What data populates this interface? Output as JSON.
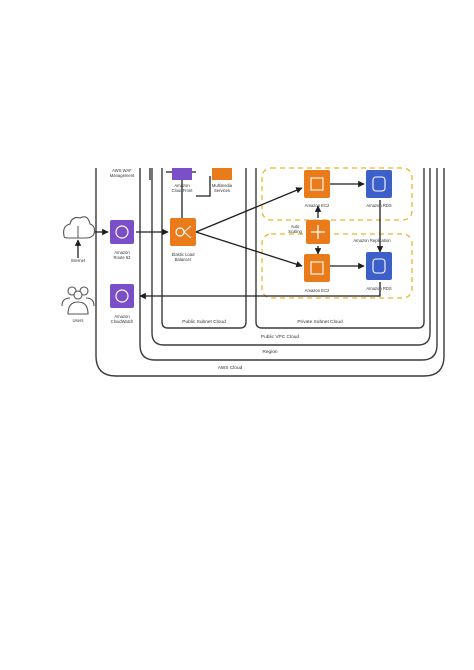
{
  "colors": {
    "purple": "#7b4fc9",
    "orange": "#ea7b1a",
    "blue": "#3d5fc9",
    "az_dash": "#f0b429",
    "border": "#3a3a3a"
  },
  "containers": {
    "aws_cloud": "AWS Cloud",
    "region": "Region",
    "vpc": "Public VPC Cloud",
    "public_subnet": "Public Subnet Cloud",
    "private_subnet": "Private Subnet Cloud"
  },
  "nodes": {
    "internet": {
      "label": "Internet",
      "icon": "cloud-icon"
    },
    "users": {
      "label": "Users",
      "icon": "users-icon"
    },
    "route53": {
      "label1": "Amazon",
      "label2": "Route 53",
      "icon": "route53-icon"
    },
    "cloudwatch": {
      "label1": "Amazon",
      "label2": "CloudWatch",
      "icon": "cloudwatch-icon"
    },
    "cloudfront": {
      "label1": "Amazon",
      "label2": "CloudFront",
      "icon": "cloudfront-icon"
    },
    "multimedia": {
      "label1": "Multimedia",
      "label2": "Services",
      "icon": "multimedia-icon"
    },
    "elb": {
      "label1": "Elastic Load",
      "label2": "Balancer",
      "icon": "elb-icon"
    },
    "ec2_top": {
      "label": "Amazon EC2",
      "icon": "ec2-icon"
    },
    "ec2_bottom": {
      "label": "Amazon EC2",
      "icon": "ec2-icon"
    },
    "autoscaling": {
      "label1": "Auto",
      "label2": "Scaling",
      "icon": "auto-scaling-icon"
    },
    "rds_top": {
      "label": "Amazon RDS",
      "icon": "rds-icon"
    },
    "rds_bottom": {
      "label": "Amazon RDS",
      "icon": "rds-icon"
    },
    "rds_replication": {
      "label": "Amazon Replication"
    },
    "top_cut": {
      "label1": "AWS WAF",
      "label2": "Management"
    }
  }
}
